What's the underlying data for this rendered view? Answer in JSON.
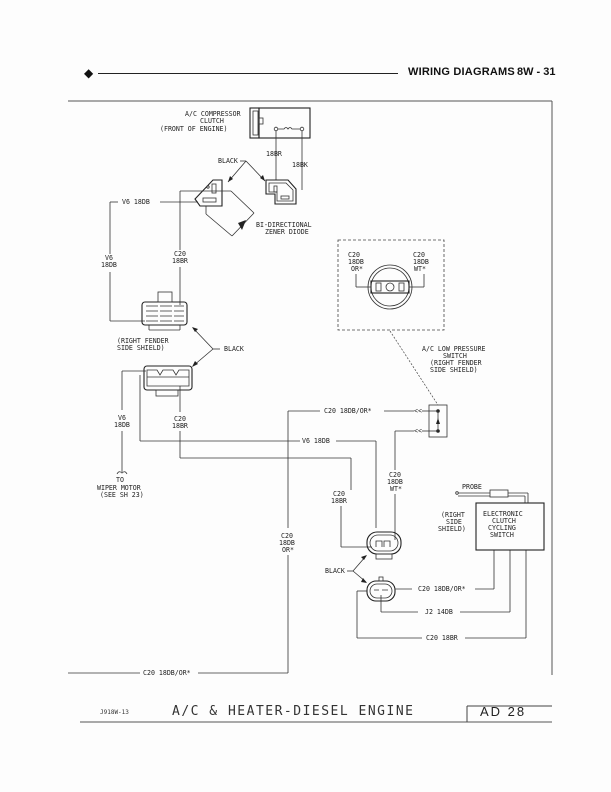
{
  "header": {
    "section_title": "WIRING DIAGRAMS",
    "page_number": "8W - 31"
  },
  "components": {
    "compressor_clutch": [
      "A/C COMPRESSOR",
      "CLUTCH",
      "(FRONT OF ENGINE)"
    ],
    "zener_diode": [
      "BI-DIRECTIONAL",
      "ZENER DIODE"
    ],
    "right_fender": [
      "(RIGHT FENDER",
      "SIDE SHIELD)"
    ],
    "low_pressure_switch": [
      "A/C LOW PRESSURE",
      "SWITCH",
      "(RIGHT FENDER",
      "SIDE SHIELD)"
    ],
    "cycling_switch": [
      "ELECTRONIC",
      "CLUTCH",
      "CYCLING",
      "SWITCH"
    ],
    "right_side_shield": [
      "(RIGHT",
      "SIDE",
      "SHIELD)"
    ],
    "probe": "PROBE",
    "wiper_motor": [
      "TO",
      "WIPER MOTOR",
      "(SEE SH 23)"
    ]
  },
  "connector_labels": {
    "black_top": "BLACK",
    "black_mid": "BLACK",
    "black_bottom": "BLACK"
  },
  "wires": {
    "w_18br": "18BR",
    "w_18bk": "18BK",
    "v6_18db_top": "V6 18DB",
    "v6_18db_left": [
      "V6",
      "18DB"
    ],
    "c20_18br_top": [
      "C20",
      "18BR"
    ],
    "v6_18db_lower": [
      "V6",
      "18DB"
    ],
    "c20_18br_lower": [
      "C20",
      "18BR"
    ],
    "switch_left": [
      "C20",
      "18DB",
      "OR*"
    ],
    "switch_right": [
      "C20",
      "18DB",
      "WT*"
    ],
    "c20_18db_or_mid": "C20 18DB/OR*",
    "v6_18db_mid": "V6 18DB",
    "c20_18db_wt_vert": [
      "C20",
      "18DB",
      "WT*"
    ],
    "c20_18br_vert": [
      "C20",
      "18BR"
    ],
    "c20_18db_or_vert": [
      "C20",
      "18DB",
      "OR*"
    ],
    "c20_18db_or_right": "C20 18DB/OR*",
    "j2_14db": "J2 14DB",
    "c20_18br_bottom": "C20 18BR",
    "c20_18db_or_bottom": "C20 18DB/OR*"
  },
  "footer": {
    "code": "J918W-13",
    "title": "A/C & HEATER-DIESEL ENGINE",
    "page": "AD  28"
  }
}
